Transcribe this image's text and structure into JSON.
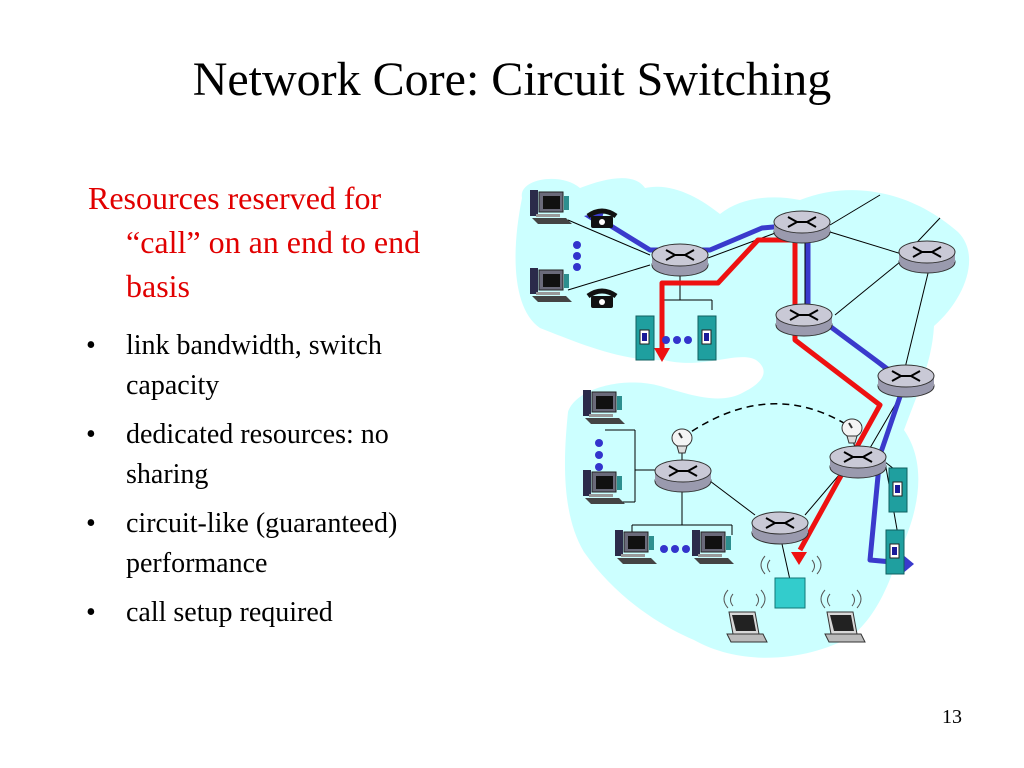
{
  "slide": {
    "title": "Network Core: Circuit Switching",
    "lead_line1": "Resources reserved for",
    "lead_line2": "“call” on an end to end",
    "lead_line3": "basis",
    "bullets": [
      {
        "line1": "link bandwidth,  switch",
        "line2": "capacity"
      },
      {
        "line1": "dedicated resources: no",
        "line2": "sharing"
      },
      {
        "line1": "circuit-like (guaranteed)",
        "line2": "performance"
      },
      {
        "line1": "call setup required",
        "line2": ""
      }
    ],
    "bullet_char": "•",
    "slide_number": "13"
  },
  "diagram": {
    "colors": {
      "network_bg": "#ccffff",
      "router": "#c9c9d6",
      "server": "#1f9f9f",
      "path_red": "#ee1111",
      "path_blue": "#3a3acc",
      "dots": "#3333cc"
    }
  }
}
